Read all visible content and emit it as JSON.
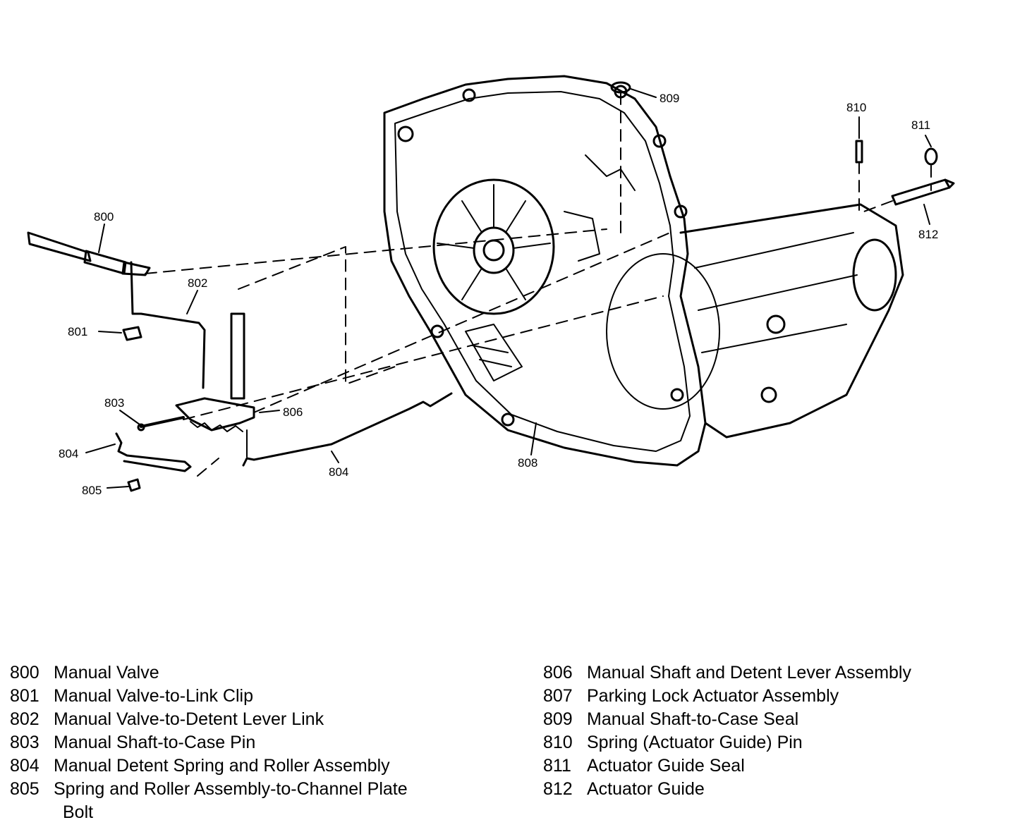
{
  "callouts": {
    "c800": "800",
    "c801": "801",
    "c802": "802",
    "c803": "803",
    "c804a": "804",
    "c804b": "804",
    "c805": "805",
    "c806": "806",
    "c808": "808",
    "c809": "809",
    "c810": "810",
    "c811": "811",
    "c812": "812"
  },
  "legend_left": [
    {
      "num": "800",
      "text": "Manual Valve"
    },
    {
      "num": "801",
      "text": "Manual Valve-to-Link Clip"
    },
    {
      "num": "802",
      "text": "Manual Valve-to-Detent Lever Link"
    },
    {
      "num": "803",
      "text": "Manual Shaft-to-Case Pin"
    },
    {
      "num": "804",
      "text": "Manual Detent Spring and Roller Assembly"
    },
    {
      "num": "805",
      "text": "Spring and Roller Assembly-to-Channel Plate",
      "cont": "Bolt"
    }
  ],
  "legend_right": [
    {
      "num": "806",
      "text": "Manual Shaft and Detent Lever Assembly"
    },
    {
      "num": "807",
      "text": "Parking Lock Actuator Assembly"
    },
    {
      "num": "809",
      "text": "Manual Shaft-to-Case Seal"
    },
    {
      "num": "810",
      "text": "Spring (Actuator Guide) Pin"
    },
    {
      "num": "811",
      "text": "Actuator Guide Seal"
    },
    {
      "num": "812",
      "text": "Actuator Guide"
    }
  ]
}
